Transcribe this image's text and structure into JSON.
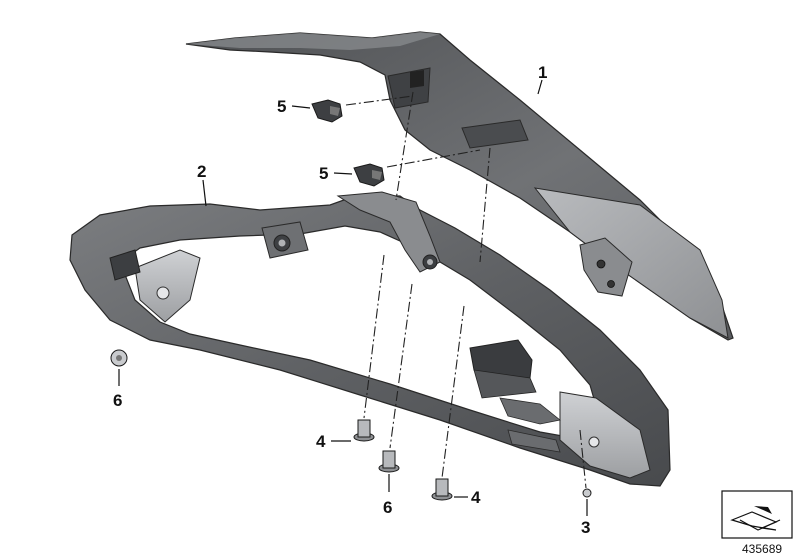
{
  "diagram": {
    "callouts": [
      {
        "id": "c1",
        "label": "1"
      },
      {
        "id": "c2",
        "label": "2"
      },
      {
        "id": "c3",
        "label": "3"
      },
      {
        "id": "c4a",
        "label": "4"
      },
      {
        "id": "c4b",
        "label": "4"
      },
      {
        "id": "c5a",
        "label": "5"
      },
      {
        "id": "c5b",
        "label": "5"
      },
      {
        "id": "c6a",
        "label": "6"
      },
      {
        "id": "c6b",
        "label": "6"
      }
    ],
    "reference_number": "435689",
    "colors": {
      "cover_dark": "#6b6d70",
      "cover_light": "#a9abae",
      "frame_dark": "#5d5f62",
      "frame_light": "#b8babd",
      "outline": "#2a2a2a"
    }
  }
}
